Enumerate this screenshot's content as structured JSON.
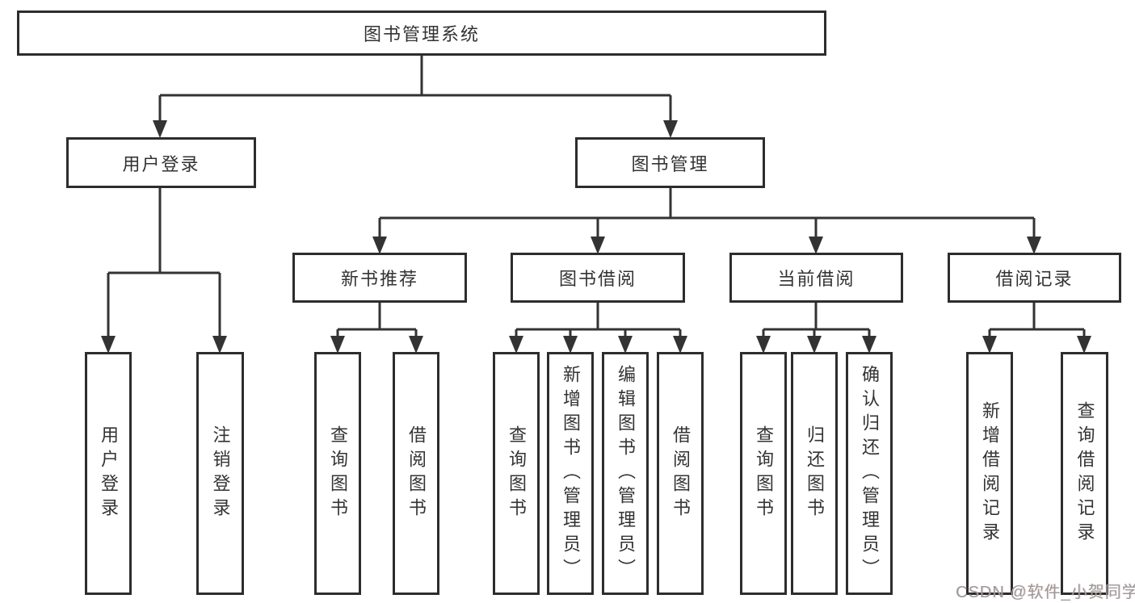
{
  "tree": {
    "root": {
      "label": "图书管理系统"
    },
    "children": [
      {
        "label": "用户登录",
        "children": [
          {
            "label": "用户登录"
          },
          {
            "label": "注销登录"
          }
        ]
      },
      {
        "label": "图书管理",
        "children": [
          {
            "label": "新书推荐",
            "children": [
              {
                "label": "查询图书"
              },
              {
                "label": "借阅图书"
              }
            ]
          },
          {
            "label": "图书借阅",
            "children": [
              {
                "label": "查询图书"
              },
              {
                "label": "新增图书（管理员）"
              },
              {
                "label": "编辑图书（管理员）"
              },
              {
                "label": "借阅图书"
              }
            ]
          },
          {
            "label": "当前借阅",
            "children": [
              {
                "label": "查询图书"
              },
              {
                "label": "归还图书"
              },
              {
                "label": "确认归还（管理员）"
              }
            ]
          },
          {
            "label": "借阅记录",
            "children": [
              {
                "label": "新增借阅记录"
              },
              {
                "label": "查询借阅记录"
              }
            ]
          }
        ]
      }
    ]
  },
  "watermark": {
    "text": "CSDN @软件_小贺同学"
  },
  "colors": {
    "line": "#333333",
    "box_border": "#2d2d2d",
    "text": "#333333",
    "watermark": "#9b9b9b",
    "background": "#ffffff"
  }
}
